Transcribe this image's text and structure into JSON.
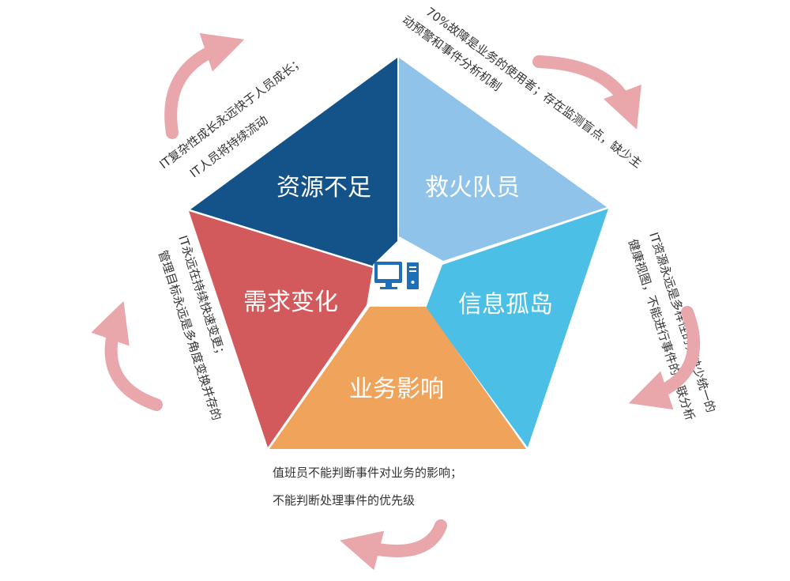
{
  "segments": [
    {
      "id": "resource",
      "label": "资源不足",
      "color": "#14538a"
    },
    {
      "id": "firefighter",
      "label": "救火队员",
      "color": "#8fc3ea"
    },
    {
      "id": "island",
      "label": "信息孤岛",
      "color": "#4bbfe6"
    },
    {
      "id": "business",
      "label": "业务影响",
      "color": "#f0a35a"
    },
    {
      "id": "demand",
      "label": "需求变化",
      "color": "#d35a5c"
    }
  ],
  "notes": {
    "resource": {
      "line1": "IT复杂性成长永远快于人员成长；",
      "line2": "IT人员将持续流动"
    },
    "firefighter": {
      "line1": "70%故障是业务的使用者；存在监测盲点，缺少主",
      "line2": "动预警和事件分析机制"
    },
    "island": {
      "line1": "IT资源永远是多样性的，缺少统一的",
      "line2": "健康视图，不能进行事件的关联分析"
    },
    "business": {
      "line1": "值班员不能判断事件对业务的影响；",
      "line2": "不能判断处理事件的优先级"
    },
    "demand": {
      "line1": "IT永远在持续快速变更；",
      "line2": "管理目标永远是多角度变换并存的"
    }
  },
  "colors": {
    "arrow": "#e9a6ab",
    "icon": "#1f6fb8"
  },
  "icon": "computer-icon"
}
